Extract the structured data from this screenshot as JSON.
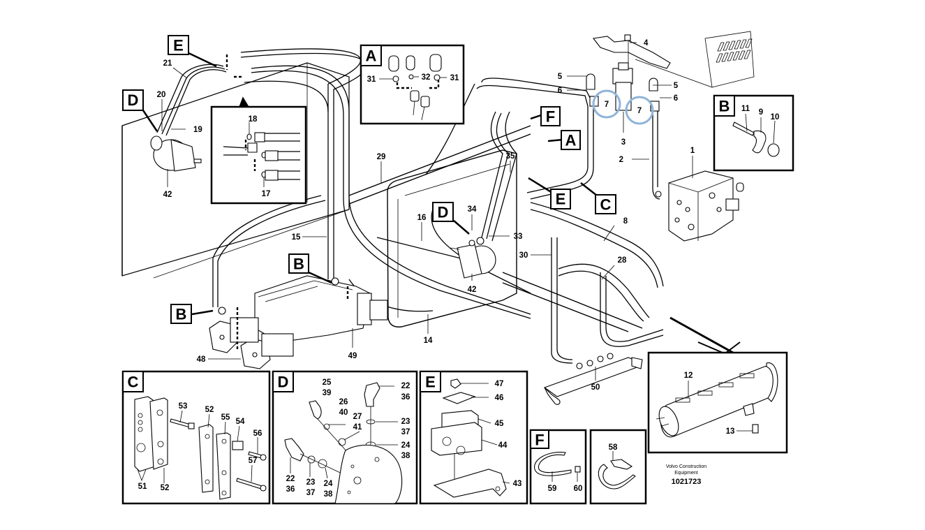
{
  "diagram": {
    "title": "Hydraulic hoses and fittings exploded parts diagram",
    "publisher_line1": "Volvo Construction",
    "publisher_line2": "Equipment",
    "reference_number": "1021723",
    "highlight_color": "#8fb4d9",
    "main_callouts": [
      "1",
      "2",
      "3",
      "4",
      "5",
      "5",
      "6",
      "6",
      "7",
      "7",
      "8",
      "14",
      "15",
      "16",
      "18",
      "17",
      "19",
      "20",
      "21",
      "28",
      "29",
      "30",
      "33",
      "34",
      "35",
      "42",
      "42",
      "48",
      "49",
      "50"
    ],
    "pointer_tags": {
      "e_top": "E",
      "d_left": "D",
      "f_mid": "F",
      "a_mid": "A",
      "e_mid": "E",
      "c_mid": "C",
      "d_mid": "D",
      "b_mid": "B",
      "b_left": "B"
    },
    "detail_views": {
      "A": {
        "tag": "A",
        "callouts": [
          "31",
          "32",
          "31"
        ]
      },
      "B": {
        "tag": "B",
        "callouts": [
          "11",
          "9",
          "10"
        ]
      },
      "C": {
        "tag": "C",
        "callouts": [
          "53",
          "52",
          "55",
          "54",
          "56",
          "57",
          "51",
          "52"
        ]
      },
      "D": {
        "tag": "D",
        "callouts": [
          "25",
          "39",
          "26",
          "40",
          "27",
          "41",
          "22",
          "36",
          "23",
          "37",
          "24",
          "38",
          "22",
          "36",
          "23",
          "37",
          "24",
          "38"
        ]
      },
      "E": {
        "tag": "E",
        "callouts": [
          "47",
          "46",
          "45",
          "44",
          "43"
        ]
      },
      "F": {
        "tag": "F",
        "callouts": [
          "59",
          "60"
        ]
      },
      "clamp": {
        "callouts": [
          "58"
        ]
      },
      "manifold": {
        "callouts": [
          "12",
          "13"
        ]
      }
    }
  }
}
